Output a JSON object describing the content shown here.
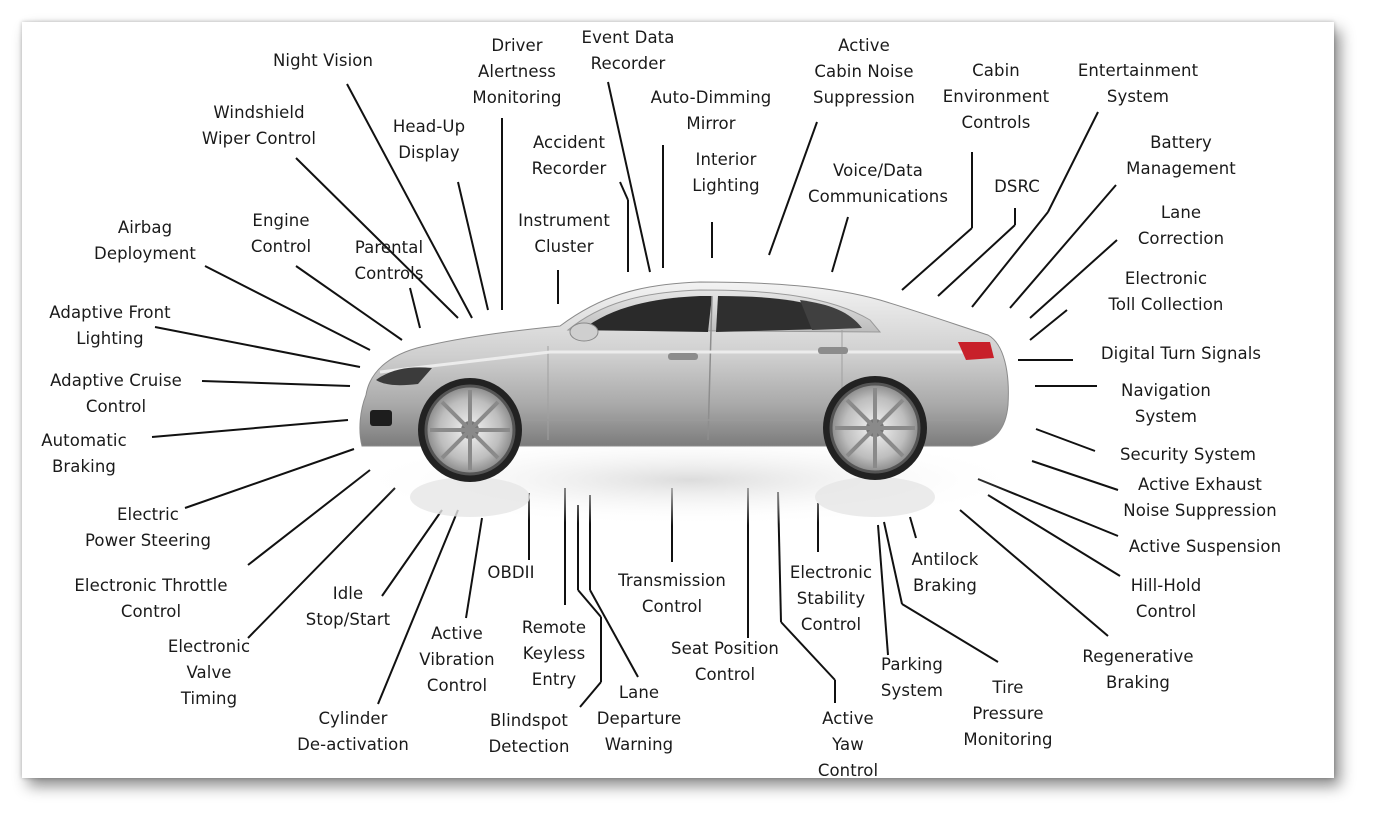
{
  "car_image": "silver-sedan-side-view",
  "colors": {
    "leader": "#111111",
    "text": "#1a1a1a",
    "card": "#ffffff"
  },
  "labels": {
    "night_vision": "Night Vision",
    "driver_alertness": "Driver\nAlertness\nMonitoring",
    "event_data_recorder": "Event Data\nRecorder",
    "active_cabin_noise": "Active\nCabin Noise\nSuppression",
    "cabin_env": "Cabin\nEnvironment\nControls",
    "entertainment": "Entertainment\nSystem",
    "windshield_wiper": "Windshield\nWiper Control",
    "head_up": "Head-Up\nDisplay",
    "accident_recorder": "Accident\nRecorder",
    "auto_dimming": "Auto-Dimming\nMirror",
    "interior_lighting": "Interior\nLighting",
    "voice_data": "Voice/Data\nCommunications",
    "dsrc": "DSRC",
    "battery": "Battery\nManagement",
    "airbag": "Airbag\nDeployment",
    "engine": "Engine\nControl",
    "parental": "Parental\nControls",
    "instrument": "Instrument\nCluster",
    "lane_correction": "Lane\nCorrection",
    "etoll": "Electronic\nToll Collection",
    "adaptive_front": "Adaptive Front\nLighting",
    "digital_turn": "Digital Turn Signals",
    "adaptive_cruise": "Adaptive Cruise\nControl",
    "navigation": "Navigation\nSystem",
    "auto_braking": "Automatic\nBraking",
    "security": "Security System",
    "active_exhaust": "Active Exhaust\nNoise Suppression",
    "eps": "Electric\nPower Steering",
    "active_suspension": "Active Suspension",
    "etc": "Electronic Throttle\nControl",
    "obdii": "OBDII",
    "transmission": "Transmission\nControl",
    "esc": "Electronic\nStability\nControl",
    "antilock": "Antilock\nBraking",
    "hill_hold": "Hill-Hold\nControl",
    "idle": "Idle\nStop/Start",
    "active_vibration": "Active\nVibration\nControl",
    "keyless": "Remote\nKeyless\nEntry",
    "seat": "Seat Position\nControl",
    "regen": "Regenerative\nBraking",
    "evt": "Electronic\nValve\nTiming",
    "parking": "Parking\nSystem",
    "lane_departure": "Lane\nDeparture\nWarning",
    "tpms": "Tire\nPressure\nMonitoring",
    "cylinder": "Cylinder\nDe-activation",
    "blindspot": "Blindspot\nDetection",
    "active_yaw": "Active\nYaw\nControl"
  }
}
